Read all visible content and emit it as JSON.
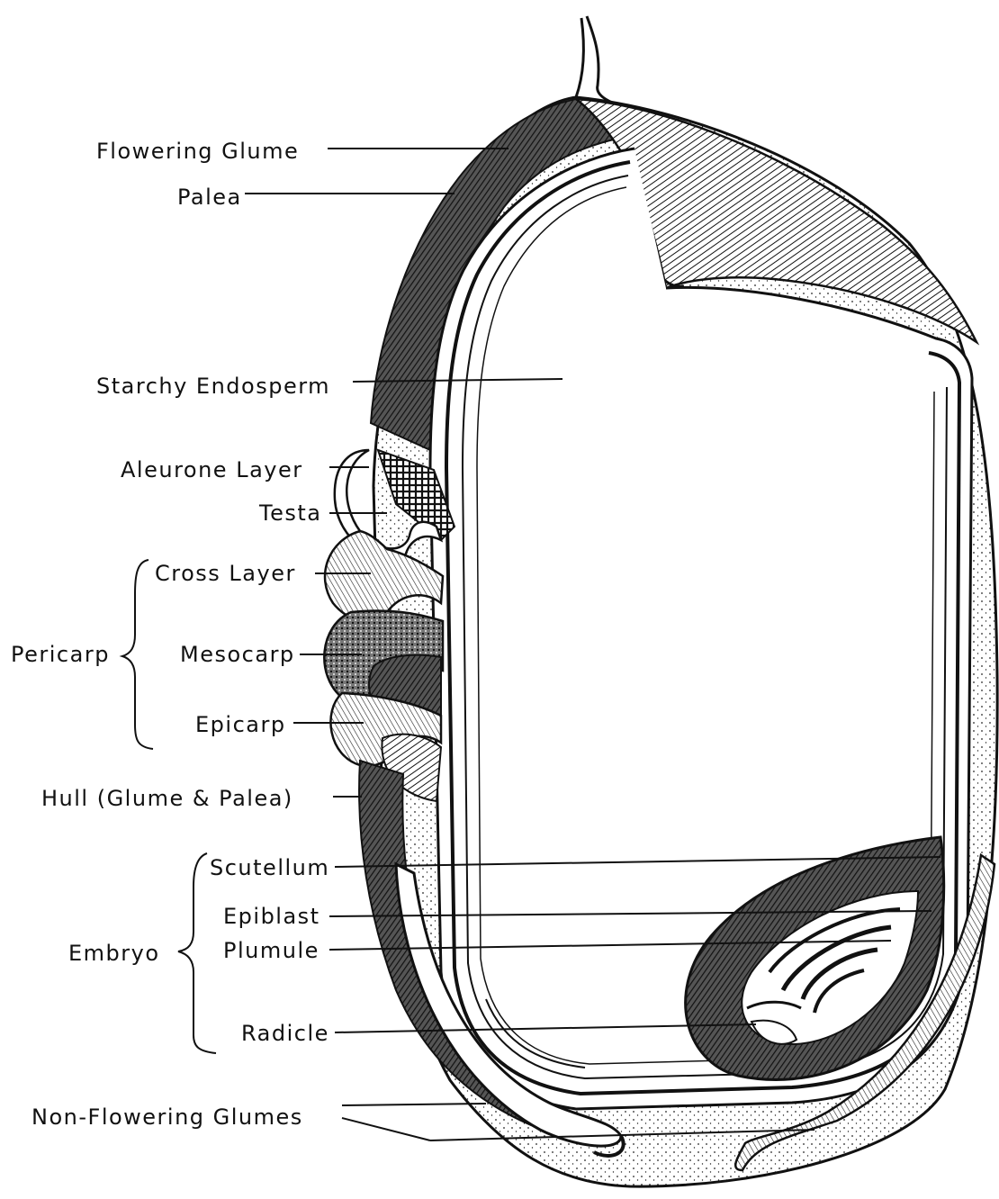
{
  "figure": {
    "labels": {
      "flowering_glume": "Flowering Glume",
      "palea": "Palea",
      "starchy_endosperm": "Starchy Endosperm",
      "aleurone_layer": "Aleurone Layer",
      "testa": "Testa",
      "cross_layer": "Cross Layer",
      "pericarp": "Pericarp",
      "mesocarp": "Mesocarp",
      "epicarp": "Epicarp",
      "hull": "Hull (Glume & Palea)",
      "scutellum": "Scutellum",
      "epiblast": "Epiblast",
      "embryo": "Embryo",
      "plumule": "Plumule",
      "radicle": "Radicle",
      "non_flowering_glumes": "Non-Flowering Glumes"
    },
    "colors": {
      "ink": "#111111",
      "paper": "#ffffff",
      "dark_tissue": "#3a3a3a",
      "mid_tissue": "#7a7a7a",
      "light_tissue": "#c8c8c8"
    }
  }
}
